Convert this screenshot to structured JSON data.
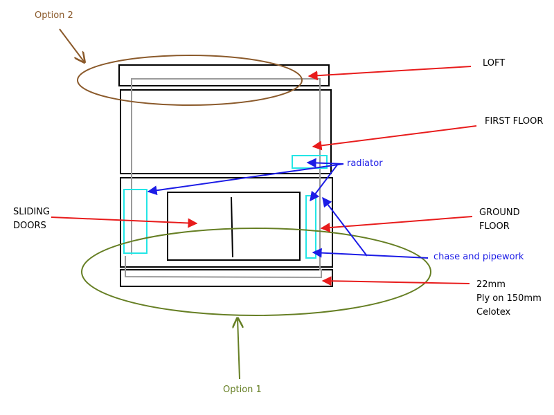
{
  "labels": {
    "option2": "Option 2",
    "option1": "Option 1",
    "loft": "LOFT",
    "first_floor": "FIRST FLOOR",
    "radiator": "radiator",
    "sliding_doors_1": "SLIDING",
    "sliding_doors_2": "DOORS",
    "ground_floor_1": "GROUND",
    "ground_floor_2": "FLOOR",
    "chase": "chase and pipework",
    "floor_1": "22mm",
    "floor_2": "Ply on 150mm",
    "floor_3": "Celotex"
  },
  "colors": {
    "outline": "#000000",
    "pipe": "#9a9a9a",
    "radiator": "#22e6e6",
    "label_arrow": "#e81c1c",
    "annotation_arrow": "#1c1ce6",
    "option2": "#8b5a2b",
    "option1": "#667f24"
  }
}
